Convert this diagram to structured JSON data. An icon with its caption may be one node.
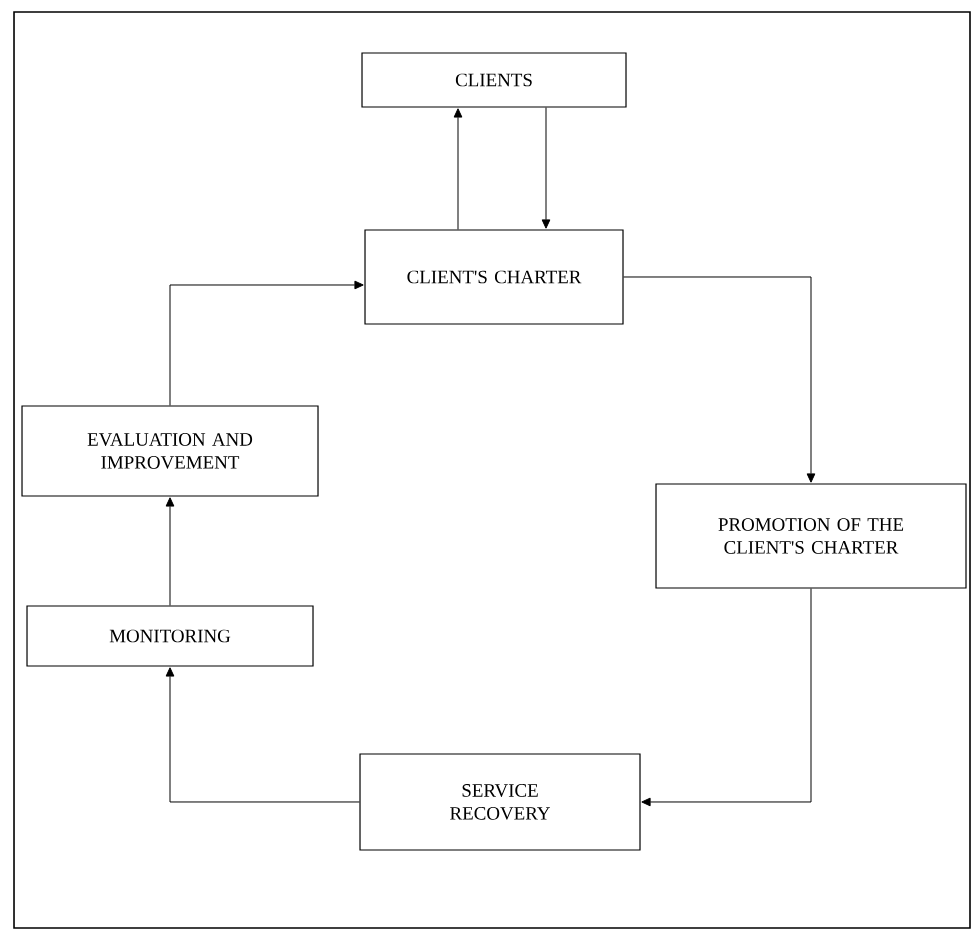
{
  "diagram": {
    "nodes": [
      {
        "text": [
          "CLIENTS"
        ]
      },
      {
        "text": [
          "CLIENT'S CHARTER"
        ]
      },
      {
        "text": [
          "PROMOTION OF THE CLIENT'S CHARTER"
        ]
      },
      {
        "text": [
          "SERVICE RECOVERY"
        ]
      },
      {
        "text": [
          "MONITORING"
        ]
      },
      {
        "text": [
          "EVALUATION AND IMPROVEMENT"
        ]
      }
    ],
    "edges": [
      {
        "from": 1,
        "to": 0,
        "arrow": "to"
      },
      {
        "from": 0,
        "to": 1,
        "arrow": "to"
      },
      {
        "from": 1,
        "to": 2,
        "arrow": "to"
      },
      {
        "from": 2,
        "to": 3,
        "arrow": "to"
      },
      {
        "from": 3,
        "to": 4,
        "arrow": "to"
      },
      {
        "from": 4,
        "to": 5,
        "arrow": "to"
      },
      {
        "from": 5,
        "to": 1,
        "arrow": "to"
      }
    ]
  }
}
